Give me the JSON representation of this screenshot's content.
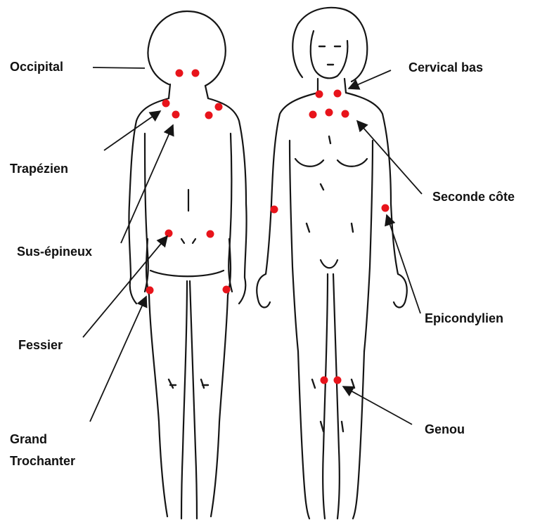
{
  "diagram": {
    "dot_color": "#e8141b",
    "figures": {
      "back": "figure-back-view",
      "front": "figure-front-view"
    },
    "labels": {
      "occipital": "Occipital",
      "trapezien": "Trapézien",
      "sus_epineux": "Sus-épineux",
      "fessier": "Fessier",
      "grand_trochanter_line1": "Grand",
      "grand_trochanter_line2": "Trochanter",
      "cervical_bas": "Cervical bas",
      "seconde_cote": "Seconde côte",
      "epicondylien": "Epicondylien",
      "genou": "Genou"
    }
  }
}
